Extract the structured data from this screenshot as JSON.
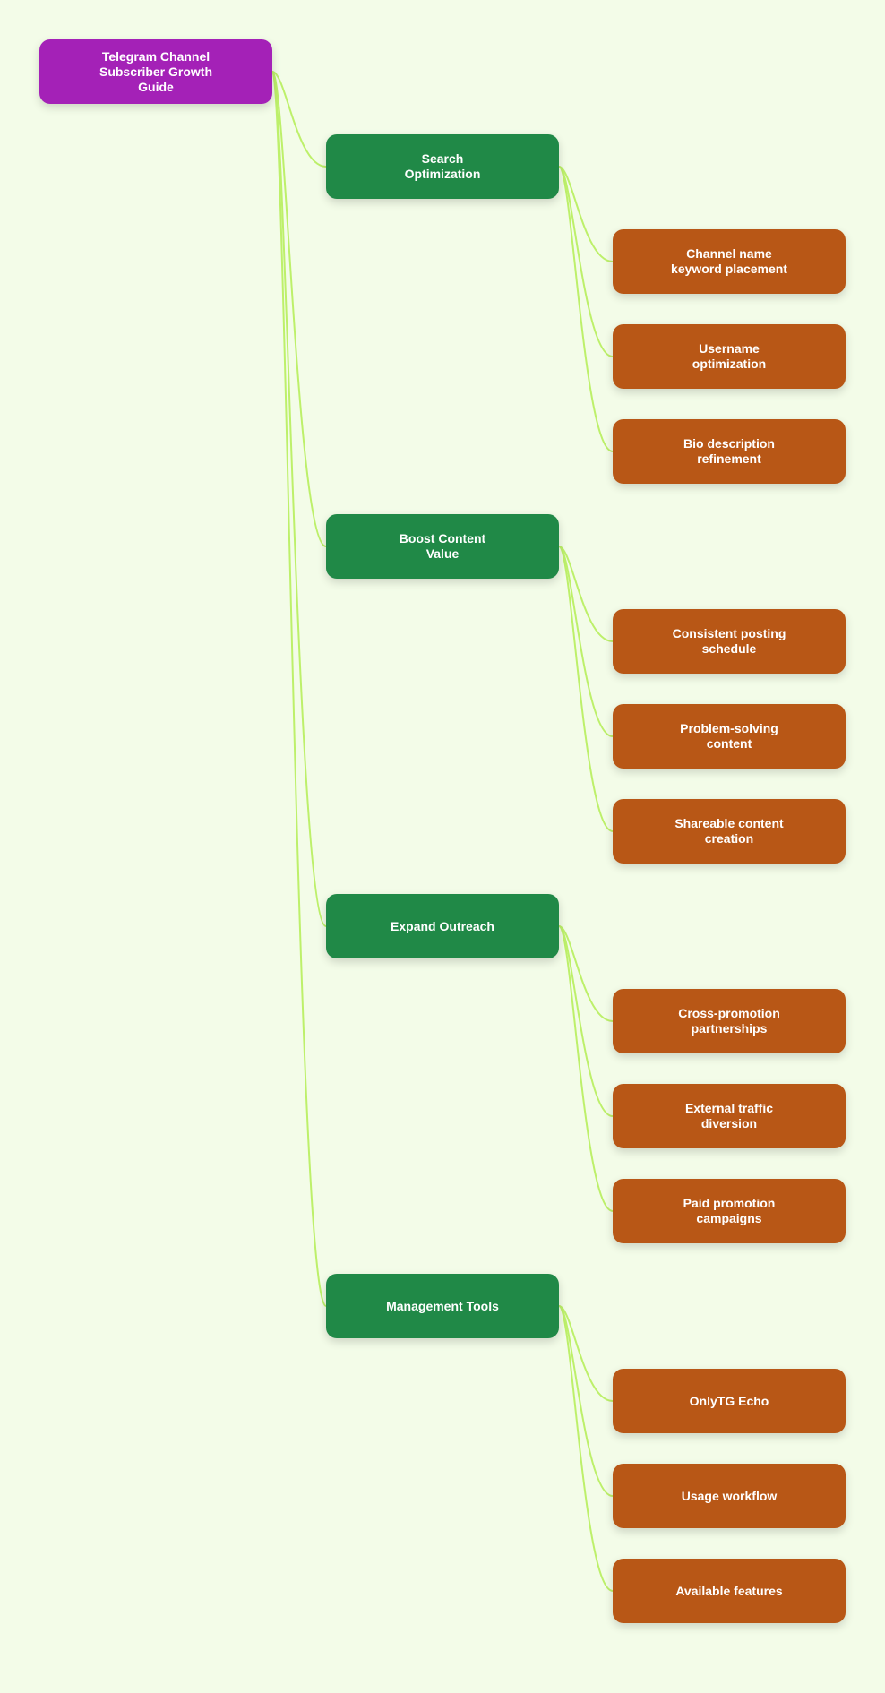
{
  "colors": {
    "background": "#f3fce8",
    "link": "#bdf06a",
    "root": "#a421b7",
    "category": "#208947",
    "leaf": "#b85716"
  },
  "root": {
    "label": "Telegram Channel\nSubscriber Growth\nGuide"
  },
  "categories": [
    {
      "label": "Search\nOptimization",
      "children": [
        "Channel name\nkeyword placement",
        "Username\noptimization",
        "Bio description\nrefinement"
      ]
    },
    {
      "label": "Boost Content\nValue",
      "children": [
        "Consistent posting\nschedule",
        "Problem-solving\ncontent",
        "Shareable content\ncreation"
      ]
    },
    {
      "label": "Expand Outreach",
      "children": [
        "Cross-promotion\npartnerships",
        "External traffic\ndiversion",
        "Paid promotion\ncampaigns"
      ]
    },
    {
      "label": "Management Tools",
      "children": [
        "OnlyTG Echo",
        "Usage workflow",
        "Available features"
      ]
    }
  ]
}
